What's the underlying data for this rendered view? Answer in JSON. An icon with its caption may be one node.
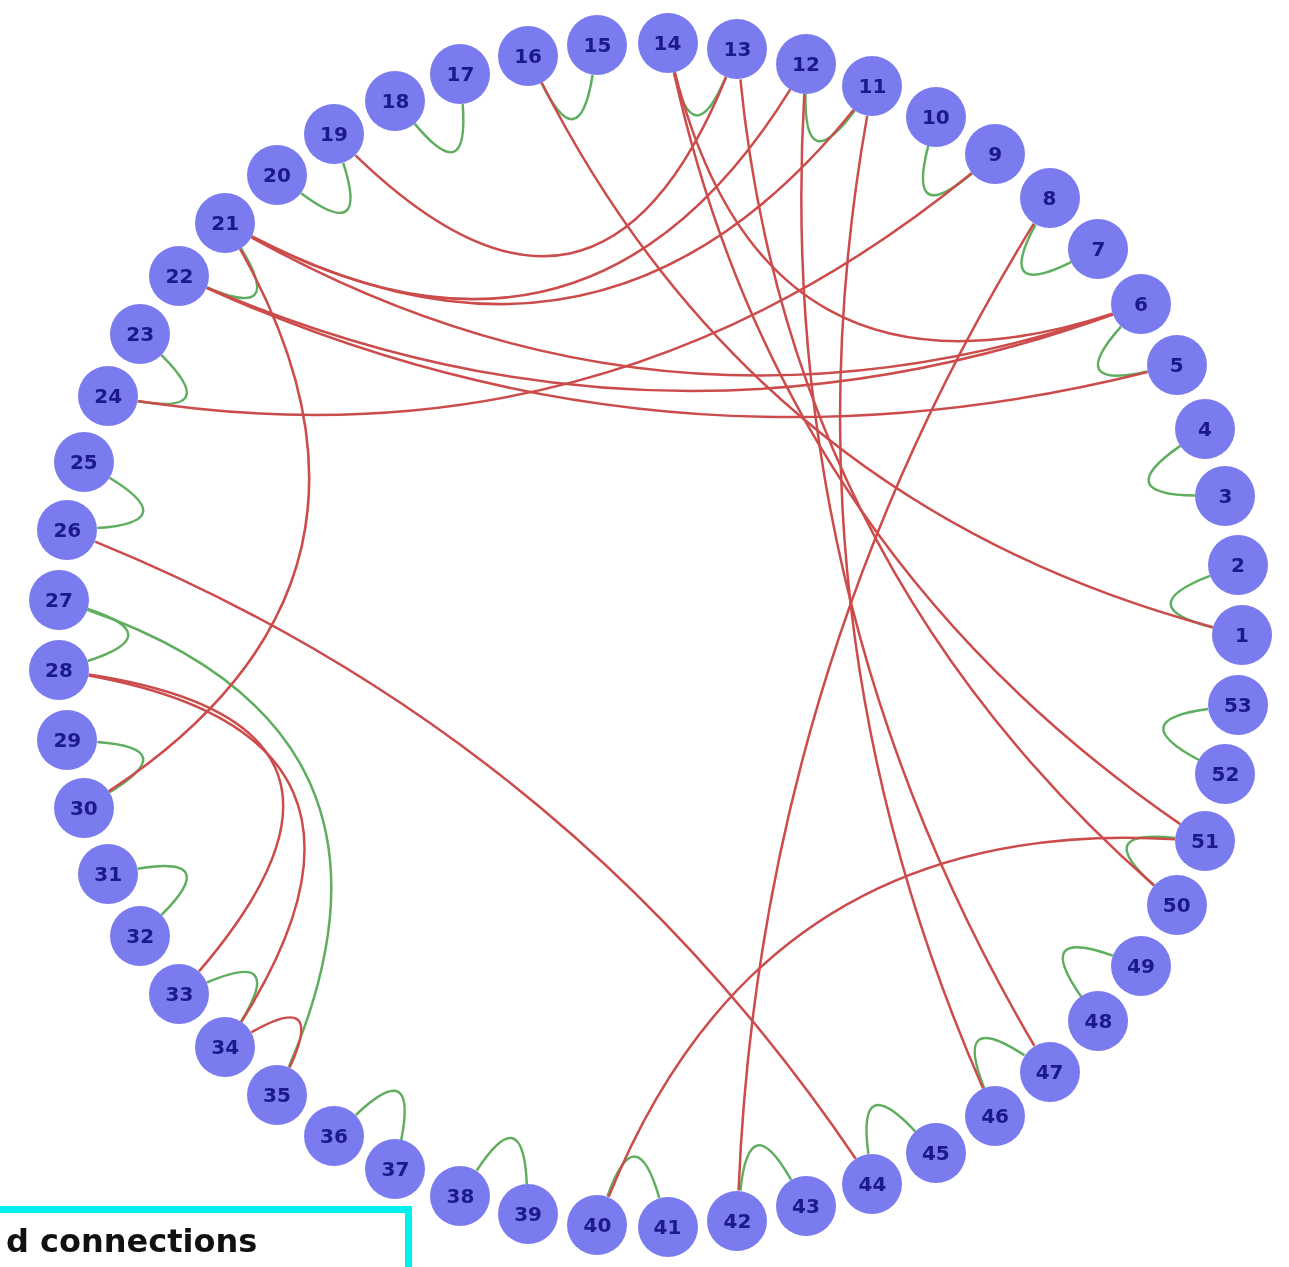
{
  "diagram": {
    "nodes": [
      {
        "text": [
          "1"
        ]
      },
      {
        "text": [
          "2"
        ]
      },
      {
        "text": [
          "3"
        ]
      },
      {
        "text": [
          "4"
        ]
      },
      {
        "text": [
          "5"
        ]
      },
      {
        "text": [
          "6"
        ]
      },
      {
        "text": [
          "7"
        ]
      },
      {
        "text": [
          "8"
        ]
      },
      {
        "text": [
          "9"
        ]
      },
      {
        "text": [
          "10"
        ]
      },
      {
        "text": [
          "11"
        ]
      },
      {
        "text": [
          "12"
        ]
      },
      {
        "text": [
          "13"
        ]
      },
      {
        "text": [
          "14"
        ]
      },
      {
        "text": [
          "15"
        ]
      },
      {
        "text": [
          "16"
        ]
      },
      {
        "text": [
          "17"
        ]
      },
      {
        "text": [
          "18"
        ]
      },
      {
        "text": [
          "19"
        ]
      },
      {
        "text": [
          "20"
        ]
      },
      {
        "text": [
          "21"
        ]
      },
      {
        "text": [
          "22"
        ]
      },
      {
        "text": [
          "23"
        ]
      },
      {
        "text": [
          "24"
        ]
      },
      {
        "text": [
          "25"
        ]
      },
      {
        "text": [
          "26"
        ]
      },
      {
        "text": [
          "27"
        ]
      },
      {
        "text": [
          "28"
        ]
      },
      {
        "text": [
          "29"
        ]
      },
      {
        "text": [
          "30"
        ]
      },
      {
        "text": [
          "31"
        ]
      },
      {
        "text": [
          "32"
        ]
      },
      {
        "text": [
          "33"
        ]
      },
      {
        "text": [
          "34"
        ]
      },
      {
        "text": [
          "35"
        ]
      },
      {
        "text": [
          "36"
        ]
      },
      {
        "text": [
          "37"
        ]
      },
      {
        "text": [
          "38"
        ]
      },
      {
        "text": [
          "39"
        ]
      },
      {
        "text": [
          "40"
        ]
      },
      {
        "text": [
          "41"
        ]
      },
      {
        "text": [
          "42"
        ]
      },
      {
        "text": [
          "43"
        ]
      },
      {
        "text": [
          "44"
        ]
      },
      {
        "text": [
          "45"
        ]
      },
      {
        "text": [
          "46"
        ]
      },
      {
        "text": [
          "47"
        ]
      },
      {
        "text": [
          "48"
        ]
      },
      {
        "text": [
          "49"
        ]
      },
      {
        "text": [
          "50"
        ]
      },
      {
        "text": [
          "51"
        ]
      },
      {
        "text": [
          "52"
        ]
      },
      {
        "text": [
          "53"
        ]
      }
    ],
    "edges": [
      {
        "from": 15,
        "to": 14,
        "arrow": "none"
      },
      {
        "from": 17,
        "to": 16,
        "arrow": "none"
      },
      {
        "from": 19,
        "to": 18,
        "arrow": "none"
      },
      {
        "from": 13,
        "to": 12,
        "arrow": "none"
      },
      {
        "from": 11,
        "to": 10,
        "arrow": "none"
      },
      {
        "from": 9,
        "to": 8,
        "arrow": "none"
      },
      {
        "from": 7,
        "to": 6,
        "arrow": "none"
      },
      {
        "from": 5,
        "to": 4,
        "arrow": "none"
      },
      {
        "from": 3,
        "to": 2,
        "arrow": "none"
      },
      {
        "from": 1,
        "to": 0,
        "arrow": "none"
      },
      {
        "from": 52,
        "to": 51,
        "arrow": "none"
      },
      {
        "from": 50,
        "to": 49,
        "arrow": "none"
      },
      {
        "from": 48,
        "to": 47,
        "arrow": "none"
      },
      {
        "from": 46,
        "to": 45,
        "arrow": "none"
      },
      {
        "from": 44,
        "to": 43,
        "arrow": "none"
      },
      {
        "from": 42,
        "to": 41,
        "arrow": "none"
      },
      {
        "from": 40,
        "to": 39,
        "arrow": "none"
      },
      {
        "from": 38,
        "to": 37,
        "arrow": "none"
      },
      {
        "from": 36,
        "to": 35,
        "arrow": "none"
      },
      {
        "from": 33,
        "to": 32,
        "arrow": "none"
      },
      {
        "from": 26,
        "to": 27,
        "arrow": "none"
      },
      {
        "from": 26,
        "to": 34,
        "arrow": "none"
      },
      {
        "from": 28,
        "to": 29,
        "arrow": "none"
      },
      {
        "from": 30,
        "to": 31,
        "arrow": "none"
      },
      {
        "from": 24,
        "to": 25,
        "arrow": "none"
      },
      {
        "from": 22,
        "to": 23,
        "arrow": "none"
      },
      {
        "from": 20,
        "to": 21,
        "arrow": "none"
      },
      {
        "from": 18,
        "to": 12,
        "arrow": "none",
        "color": "#cc4b4b"
      },
      {
        "from": 20,
        "to": 11,
        "arrow": "none",
        "color": "#cc4b4b"
      },
      {
        "from": 20,
        "to": 10,
        "arrow": "none",
        "color": "#cc4b4b"
      },
      {
        "from": 20,
        "to": 5,
        "arrow": "none",
        "color": "#cc4b4b"
      },
      {
        "from": 21,
        "to": 5,
        "arrow": "none",
        "color": "#cc4b4b"
      },
      {
        "from": 21,
        "to": 4,
        "arrow": "none",
        "color": "#cc4b4b"
      },
      {
        "from": 23,
        "to": 8,
        "arrow": "none",
        "color": "#cc4b4b"
      },
      {
        "from": 13,
        "to": 5,
        "arrow": "none",
        "color": "#cc4b4b"
      },
      {
        "from": 15,
        "to": 0,
        "arrow": "none",
        "color": "#cc4b4b"
      },
      {
        "from": 13,
        "to": 50,
        "arrow": "none",
        "color": "#cc4b4b"
      },
      {
        "from": 12,
        "to": 49,
        "arrow": "none",
        "color": "#cc4b4b"
      },
      {
        "from": 11,
        "to": 46,
        "arrow": "none",
        "color": "#cc4b4b"
      },
      {
        "from": 10,
        "to": 45,
        "arrow": "none",
        "color": "#cc4b4b"
      },
      {
        "from": 7,
        "to": 41,
        "arrow": "none",
        "color": "#cc4b4b"
      },
      {
        "from": 25,
        "to": 43,
        "arrow": "none",
        "color": "#cc4b4b"
      },
      {
        "from": 39,
        "to": 50,
        "arrow": "none",
        "color": "#cc4b4b"
      },
      {
        "from": 20,
        "to": 29,
        "arrow": "none",
        "color": "#cc4b4b"
      },
      {
        "from": 27,
        "to": 32,
        "arrow": "none",
        "color": "#cc4b4b"
      },
      {
        "from": 27,
        "to": 33,
        "arrow": "none",
        "color": "#cc4b4b"
      },
      {
        "from": 33,
        "to": 34,
        "arrow": "none",
        "color": "#cc4b4b"
      }
    ],
    "labels": [
      "d connections"
    ]
  }
}
